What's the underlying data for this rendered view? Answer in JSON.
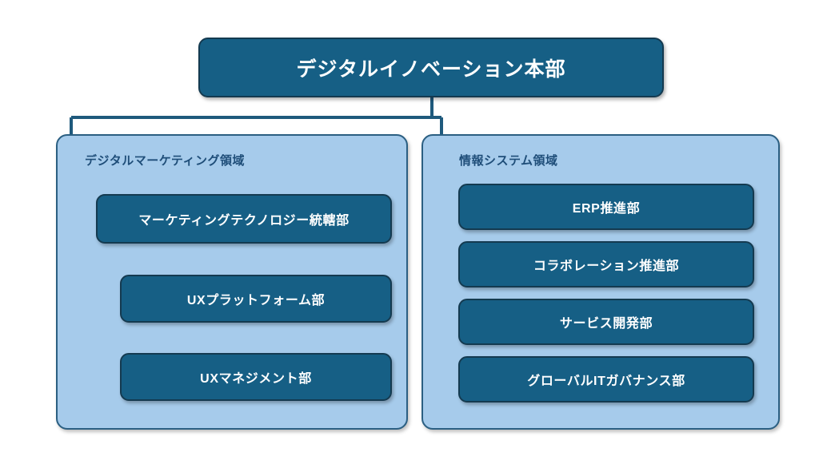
{
  "diagram": {
    "type": "organization-chart",
    "colors": {
      "node_fill": "#165f85",
      "node_border": "#143a50",
      "node_text": "#ffffff",
      "group_fill": "#a6cbeb",
      "group_border": "#2b5f82",
      "group_title_text": "#1f4e79",
      "connector": "#1f5a7d",
      "background": "#ffffff"
    },
    "root": {
      "label": "デジタルイノベーション本部"
    },
    "groups": [
      {
        "id": "digital-marketing",
        "title": "デジタルマーケティング領域",
        "units": [
          {
            "id": "l0",
            "label": "マーケティングテクノロジー統轄部",
            "level": 1
          },
          {
            "id": "l1",
            "label": "UXプラットフォーム部",
            "level": 2
          },
          {
            "id": "l2",
            "label": "UXマネジメント部",
            "level": 2
          }
        ]
      },
      {
        "id": "information-system",
        "title": "情報システム領域",
        "units": [
          {
            "id": "r0",
            "label": "ERP推進部",
            "level": 1
          },
          {
            "id": "r1",
            "label": "コラボレーション推進部",
            "level": 1
          },
          {
            "id": "r2",
            "label": "サービス開発部",
            "level": 1
          },
          {
            "id": "r3",
            "label": "グローバルITガバナンス部",
            "level": 1
          }
        ]
      }
    ]
  }
}
